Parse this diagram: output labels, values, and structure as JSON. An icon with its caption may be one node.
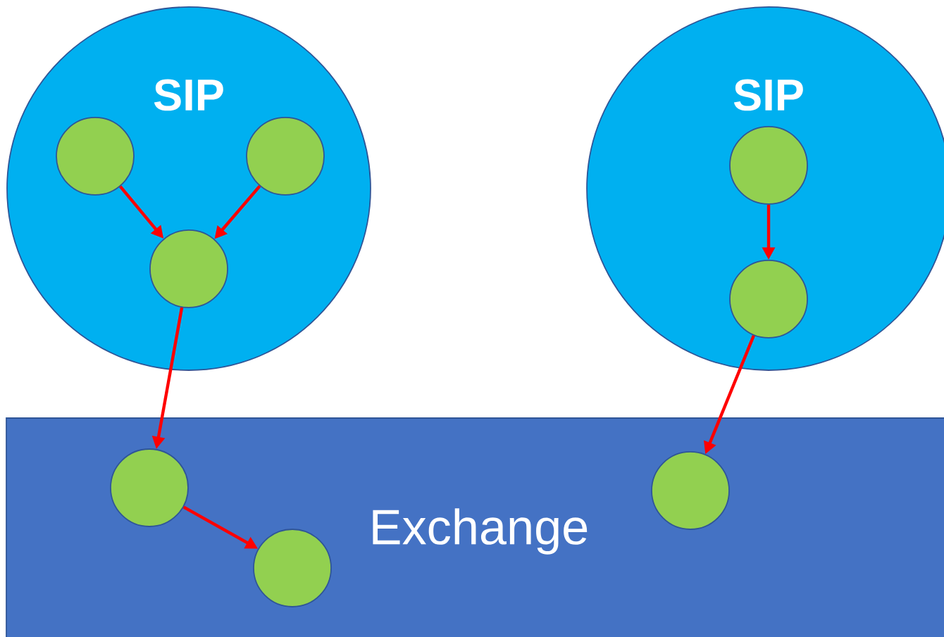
{
  "diagram": {
    "nodes": [
      {
        "text": [
          "SIP"
        ]
      },
      {
        "text": [],
        "shape": "circle",
        "in": 0
      },
      {
        "text": [],
        "shape": "circle",
        "in": 0
      },
      {
        "text": [],
        "shape": "circle",
        "in": 0
      },
      {
        "text": [
          "SIP"
        ]
      },
      {
        "text": [],
        "shape": "circle",
        "in": 4
      },
      {
        "text": [],
        "shape": "circle",
        "in": 4
      },
      {
        "text": [
          "Exchange"
        ]
      },
      {
        "text": [],
        "shape": "circle",
        "in": 7
      },
      {
        "text": [],
        "shape": "circle",
        "in": 7
      },
      {
        "text": [],
        "shape": "circle",
        "in": 7
      }
    ],
    "edges": [
      {
        "from": 1,
        "to": 3,
        "arrow": "to"
      },
      {
        "from": 2,
        "to": 3,
        "arrow": "to"
      },
      {
        "from": 3,
        "to": 8,
        "arrow": "to"
      },
      {
        "from": 5,
        "to": 6,
        "arrow": "to"
      },
      {
        "from": 6,
        "to": 10,
        "arrow": "to"
      },
      {
        "from": 8,
        "to": 9,
        "arrow": "to"
      }
    ]
  }
}
